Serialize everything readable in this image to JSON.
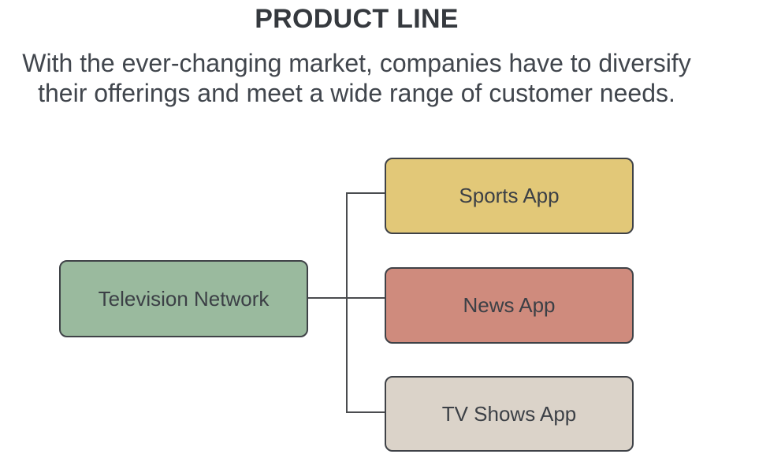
{
  "header": {
    "title": "PRODUCT LINE",
    "subtitle": "With the ever-changing market, companies have to diversify their offerings and meet a wide range of customer needs."
  },
  "diagram": {
    "root": {
      "label": "Television Network",
      "fill": "#9ABA9E"
    },
    "children": [
      {
        "label": "Sports App",
        "fill": "#E2C878"
      },
      {
        "label": "News App",
        "fill": "#CF8B7D"
      },
      {
        "label": "TV Shows App",
        "fill": "#DBD3C9"
      }
    ],
    "style": {
      "border_color": "#3F4247",
      "text_color": "#3C4046",
      "connector_color": "#4A4C4F",
      "background": "#FFFFFF"
    }
  }
}
